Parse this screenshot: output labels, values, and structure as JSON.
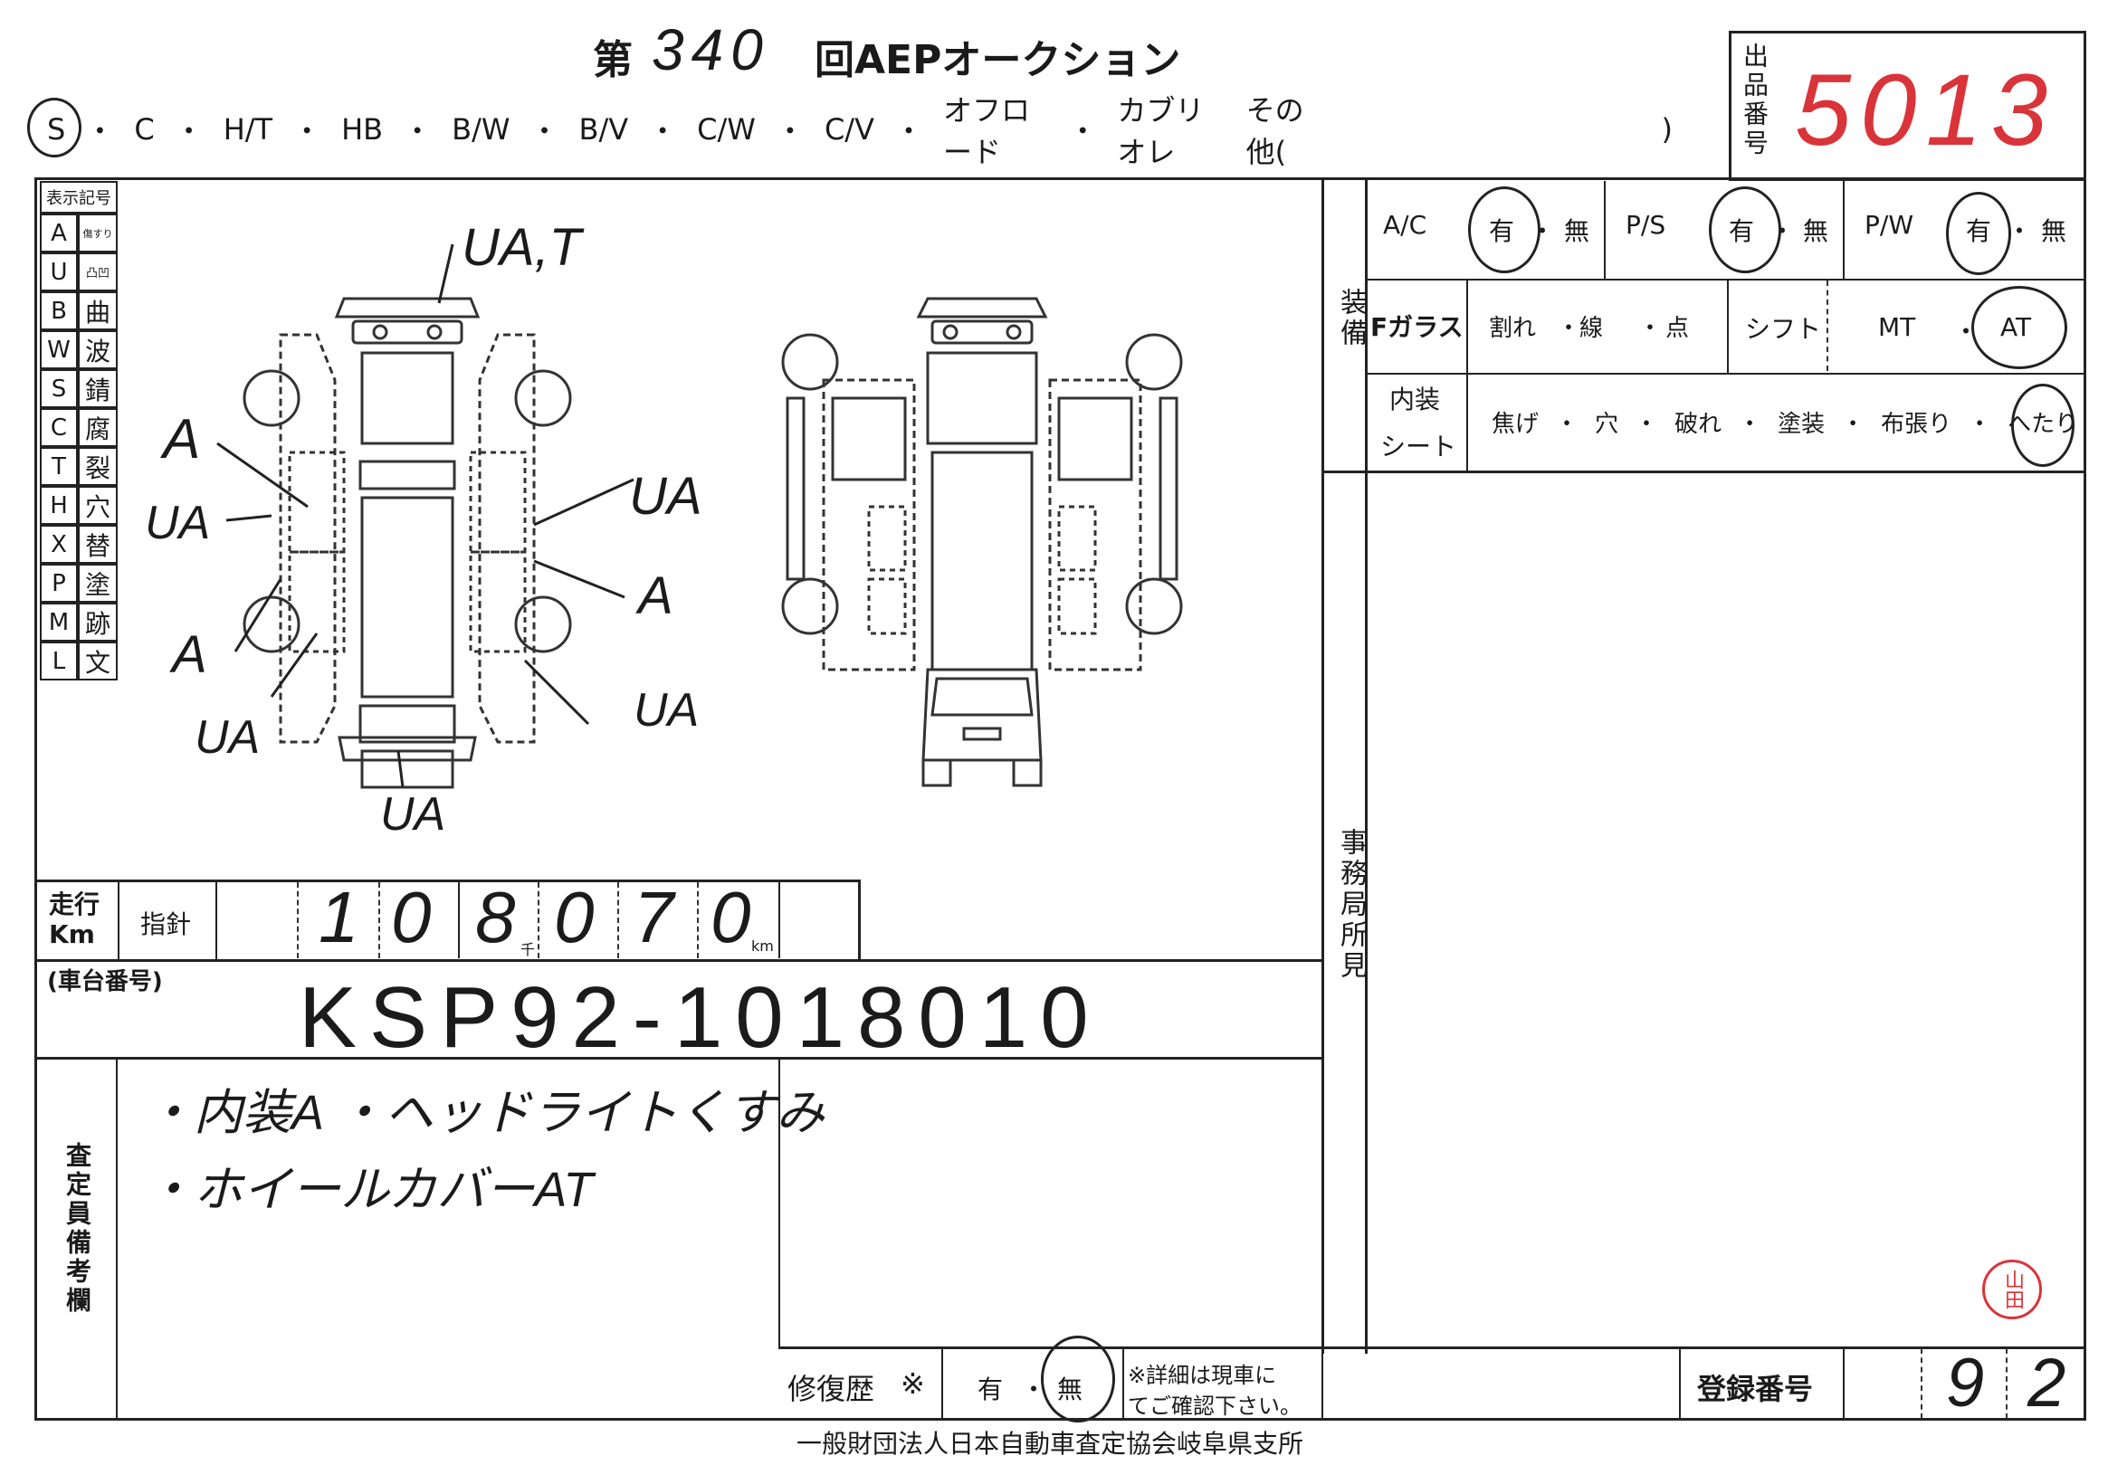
{
  "header": {
    "dai": "第",
    "round_number": "340",
    "auction_name": "回AEPオークション",
    "lot_label": "出品番号",
    "lot_number": "5013"
  },
  "body_types": {
    "items": [
      "S",
      "C",
      "H/T",
      "HB",
      "B/W",
      "B/V",
      "C/W",
      "C/V",
      "オフロード",
      "カブリオレ"
    ],
    "other_label": "その他(",
    "other_close": ")",
    "selected": "S"
  },
  "legend": {
    "title": "表示記号",
    "rows": [
      {
        "code": "A",
        "meaning": "傷すり"
      },
      {
        "code": "U",
        "meaning": "凸凹"
      },
      {
        "code": "B",
        "meaning": "曲"
      },
      {
        "code": "W",
        "meaning": "波"
      },
      {
        "code": "S",
        "meaning": "錆"
      },
      {
        "code": "C",
        "meaning": "腐"
      },
      {
        "code": "T",
        "meaning": "裂"
      },
      {
        "code": "H",
        "meaning": "穴"
      },
      {
        "code": "X",
        "meaning": "替"
      },
      {
        "code": "P",
        "meaning": "塗"
      },
      {
        "code": "M",
        "meaning": "跡"
      },
      {
        "code": "L",
        "meaning": "文"
      }
    ]
  },
  "damage_marks": {
    "front": "UA,T",
    "left_front_door": "A",
    "left_side": "UA",
    "left_rear": "A",
    "left_rear_corner": "UA",
    "rear": "UA",
    "right_front_door": "UA",
    "right_rear_door": "A",
    "right_rear_corner": "UA"
  },
  "equipment": {
    "section_label": "装備",
    "ac": {
      "label": "A/C",
      "yes": "有",
      "sep": "・",
      "no": "無"
    },
    "ps": {
      "label": "P/S",
      "yes": "有",
      "sep": "・",
      "no": "無"
    },
    "pw": {
      "label": "P/W",
      "yes": "有",
      "sep": "・",
      "no": "無"
    },
    "fglass": {
      "label": "Fガラス",
      "opt1": "割れ",
      "opt2": "線",
      "opt3": "点",
      "sep": "・"
    },
    "shift": {
      "label": "シフト",
      "mt": "MT",
      "sep": "・",
      "at": "AT"
    },
    "interior": {
      "label1": "内装",
      "label2": "シート",
      "options": [
        "焦げ",
        "穴",
        "破れ",
        "塗装",
        "布張り",
        "へたり"
      ],
      "sep": "・"
    }
  },
  "office_label": "事務局所見",
  "mileage": {
    "label1": "走行",
    "label2": "Km",
    "indicator": "指針",
    "digits": [
      "1",
      "0",
      "8",
      "0",
      "7",
      "0"
    ],
    "thousand_unit": "千",
    "km_unit": "km"
  },
  "chassis": {
    "label": "(車台番号)",
    "number": "KSP92-1018010"
  },
  "remarks": {
    "label": "査定員備考欄",
    "line1": "・内装A ・ヘッドライトくすみ",
    "line2": "・ホイールカバーAT"
  },
  "repair": {
    "label": "修復歴",
    "mark": "※",
    "yes": "有",
    "sep": "・",
    "no": "無",
    "note_line1": "※詳細は現車に",
    "note_line2": "てご確認下さい。"
  },
  "registration": {
    "label": "登録番号",
    "digits": [
      "9",
      "2"
    ]
  },
  "footer": {
    "issuer": "一般財団法人日本自動車査定協会岐阜県支所",
    "stamp": "山田"
  }
}
